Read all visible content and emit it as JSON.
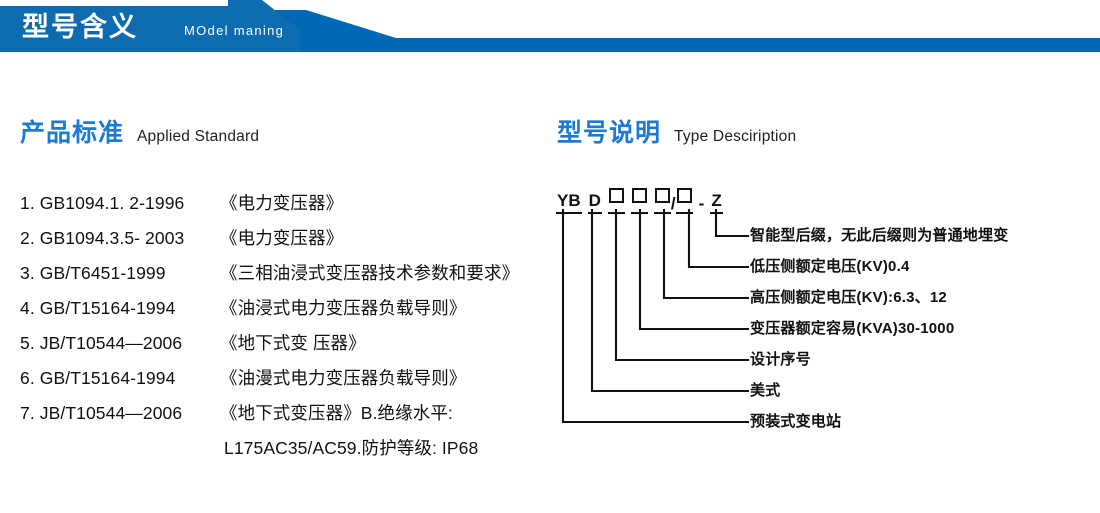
{
  "banner": {
    "title": "型号含义",
    "subtitle": "MOdel maning",
    "flag_color": "#0d6cb0",
    "bar_color": "#0068b4"
  },
  "sections": {
    "left": {
      "heading_cn": "产品标准",
      "heading_en": "Applied Standard",
      "heading_color": "#1a7ad4",
      "standards": [
        {
          "code": "1. GB1094.1. 2-1996",
          "name": "《电力变压器》"
        },
        {
          "code": "2. GB1094.3.5- 2003",
          "name": "《电力变压器》"
        },
        {
          "code": "3. GB/T6451-1999",
          "name": "《三相油浸式变压器技术参数和要求》"
        },
        {
          "code": "4. GB/T15164-1994",
          "name": "《油浸式电力变压器负载导则》"
        },
        {
          "code": "5. JB/T10544—2006",
          "name": "《地下式变 压器》"
        },
        {
          "code": "6. GB/T15164-1994",
          "name": "《油漫式电力变压器负载导则》"
        },
        {
          "code": "7. JB/T10544—2006",
          "name": "《地下式变压器》B.绝缘水平:"
        },
        {
          "code": "",
          "name": "L175AC35/AC59.防护等级: IP68"
        }
      ]
    },
    "right": {
      "heading_cn": "型号说明",
      "heading_en": "Type Desciription",
      "heading_color": "#1a7ad4",
      "model_code": {
        "segments": [
          "YB",
          "D",
          "□",
          "□",
          "□",
          "/",
          "□",
          "-",
          "Z"
        ],
        "full_text": "YB D □□□/□ - Z"
      },
      "descriptions": [
        "智能型后缀，无此后缀则为普通地埋变",
        "低压侧额定电压(KV)0.4",
        "高压侧额定电压(KV):6.3、12",
        "变压器额定容易(KVA)30-1000",
        "设计序号",
        "美式",
        "预装式变电站"
      ]
    }
  }
}
